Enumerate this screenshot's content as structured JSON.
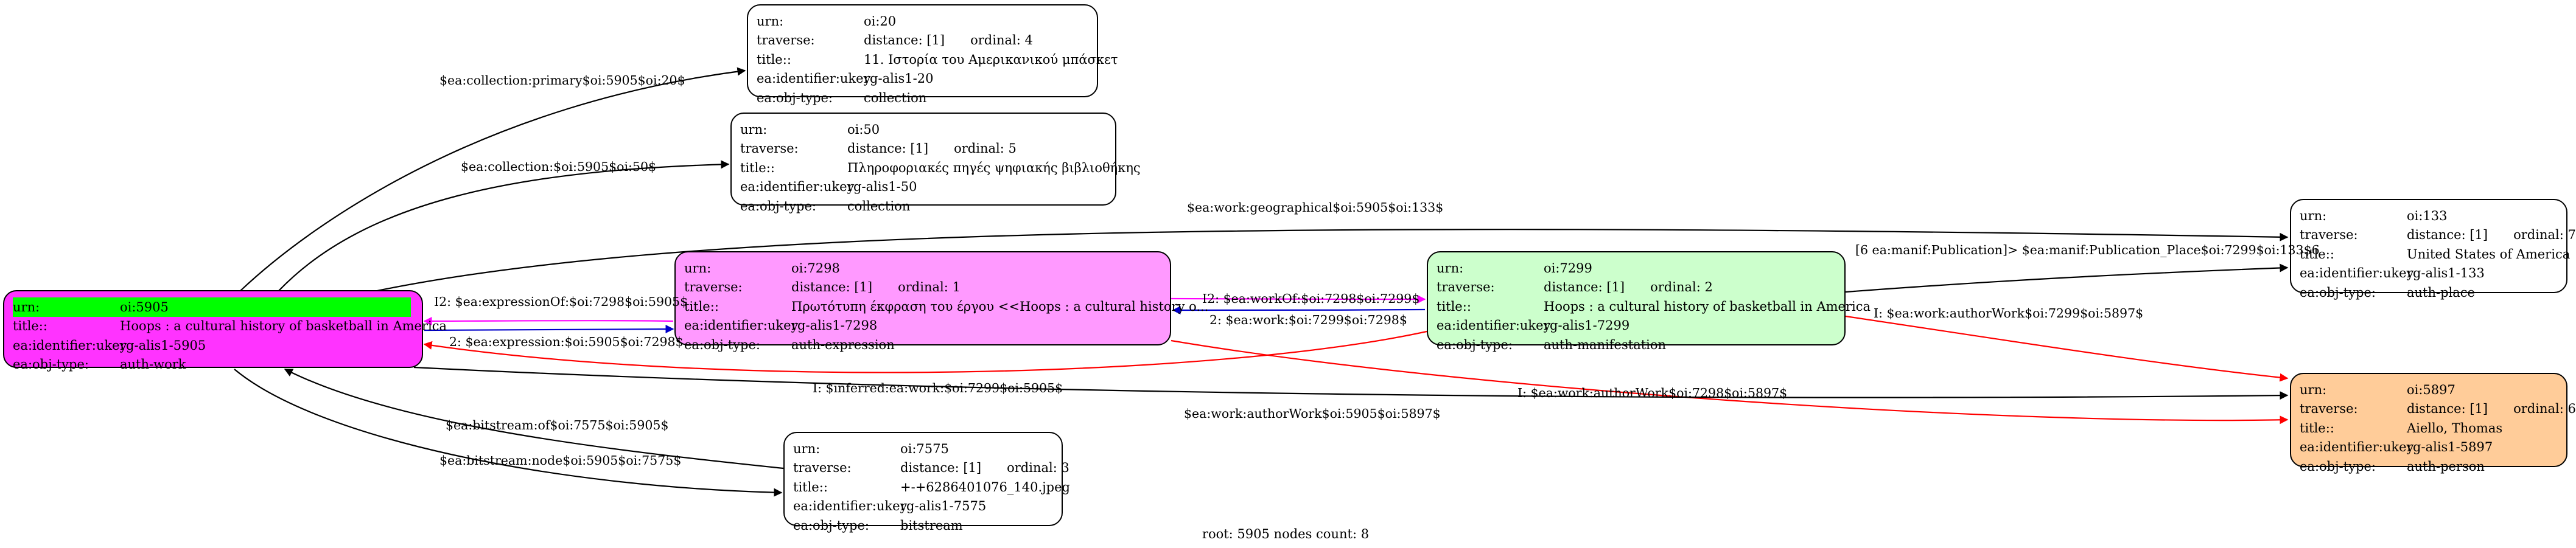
{
  "nodes": [
    {
      "key": "oi5905",
      "fill": "#ff33ff",
      "border": "#000000",
      "rows": [
        {
          "k": "urn:",
          "v": "oi:5905",
          "hl": true
        },
        {
          "k": "title::",
          "v": "Hoops : a cultural history of basketball in America"
        },
        {
          "k": "ea:identifier:ukey",
          "v": "rg-alis1-5905"
        },
        {
          "k": "ea:obj-type:",
          "v": "auth-work"
        }
      ]
    },
    {
      "key": "oi20",
      "fill": "#ffffff",
      "border": "#000000",
      "rows": [
        {
          "k": "urn:",
          "v": "oi:20"
        },
        {
          "k": "traverse:",
          "v": "distance: [1]",
          "v2": "ordinal: 4"
        },
        {
          "k": "title::",
          "v": "11. Ιστορία του Αμερικανικού μπάσκετ"
        },
        {
          "k": "ea:identifier:ukey",
          "v": "rg-alis1-20"
        },
        {
          "k": "ea:obj-type:",
          "v": "collection"
        }
      ]
    },
    {
      "key": "oi50",
      "fill": "#ffffff",
      "border": "#000000",
      "rows": [
        {
          "k": "urn:",
          "v": "oi:50"
        },
        {
          "k": "traverse:",
          "v": "distance: [1]",
          "v2": "ordinal: 5"
        },
        {
          "k": "title::",
          "v": "Πληροφοριακές πηγές ψηφιακής βιβλιοθήκης"
        },
        {
          "k": "ea:identifier:ukey",
          "v": "rg-alis1-50"
        },
        {
          "k": "ea:obj-type:",
          "v": "collection"
        }
      ]
    },
    {
      "key": "oi7298",
      "fill": "#ff99ff",
      "border": "#000000",
      "rows": [
        {
          "k": "urn:",
          "v": "oi:7298"
        },
        {
          "k": "traverse:",
          "v": "distance: [1]",
          "v2": "ordinal: 1"
        },
        {
          "k": "title::",
          "v": "Πρωτότυπη έκφραση του έργου <<Hoops : a cultural history o..."
        },
        {
          "k": "ea:identifier:ukey",
          "v": "rg-alis1-7298"
        },
        {
          "k": "ea:obj-type:",
          "v": "auth-expression"
        }
      ]
    },
    {
      "key": "oi7299",
      "fill": "#ccffcc",
      "border": "#000000",
      "rows": [
        {
          "k": "urn:",
          "v": "oi:7299"
        },
        {
          "k": "traverse:",
          "v": "distance: [1]",
          "v2": "ordinal: 2"
        },
        {
          "k": "title::",
          "v": "Hoops : a cultural history of basketball in America"
        },
        {
          "k": "ea:identifier:ukey",
          "v": "rg-alis1-7299"
        },
        {
          "k": "ea:obj-type:",
          "v": "auth-manifestation"
        }
      ]
    },
    {
      "key": "oi133",
      "fill": "#ffffff",
      "border": "#000000",
      "rows": [
        {
          "k": "urn:",
          "v": "oi:133"
        },
        {
          "k": "traverse:",
          "v": "distance: [1]",
          "v2": "ordinal: 7"
        },
        {
          "k": "title::",
          "v": "United States of America"
        },
        {
          "k": "ea:identifier:ukey",
          "v": "rg-alis1-133"
        },
        {
          "k": "ea:obj-type:",
          "v": "auth-place"
        }
      ]
    },
    {
      "key": "oi5897",
      "fill": "#ffcc99",
      "border": "#000000",
      "rows": [
        {
          "k": "urn:",
          "v": "oi:5897"
        },
        {
          "k": "traverse:",
          "v": "distance: [1]",
          "v2": "ordinal: 6"
        },
        {
          "k": "title::",
          "v": "Aiello, Thomas"
        },
        {
          "k": "ea:identifier:ukey",
          "v": "rg-alis1-5897"
        },
        {
          "k": "ea:obj-type:",
          "v": "auth-person"
        }
      ]
    },
    {
      "key": "oi7575",
      "fill": "#ffffff",
      "border": "#000000",
      "rows": [
        {
          "k": "urn:",
          "v": "oi:7575"
        },
        {
          "k": "traverse:",
          "v": "distance: [1]",
          "v2": "ordinal: 3"
        },
        {
          "k": "title::",
          "v": "+-+6286401076_140.jpeg"
        },
        {
          "k": "ea:identifier:ukey",
          "v": "rg-alis1-7575"
        },
        {
          "k": "ea:obj-type:",
          "v": "bitstream"
        }
      ]
    }
  ],
  "edges": [
    {
      "from": "oi5905",
      "to": "oi20",
      "label": "$ea:collection:primary$oi:5905$oi:20$",
      "color": "#000000"
    },
    {
      "from": "oi5905",
      "to": "oi50",
      "label": "$ea:collection:$oi:5905$oi:50$",
      "color": "#000000"
    },
    {
      "from": "oi5905",
      "to": "oi133",
      "label": "$ea:work:geographical$oi:5905$oi:133$",
      "color": "#000000"
    },
    {
      "from": "oi7298",
      "to": "oi5905",
      "label": "I2: $ea:expressionOf:$oi:7298$oi:5905$",
      "color": "#ff00ff"
    },
    {
      "from": "oi5905",
      "to": "oi7298",
      "label": "2: $ea:expression:$oi:5905$oi:7298$",
      "color": "#0000cc"
    },
    {
      "from": "oi7298",
      "to": "oi7299",
      "label": "I2: $ea:workOf:$oi:7298$oi:7299$",
      "color": "#ff00ff"
    },
    {
      "from": "oi7299",
      "to": "oi7298",
      "label": "2: $ea:work:$oi:7299$oi:7298$",
      "color": "#0000cc"
    },
    {
      "from": "oi7299",
      "to": "oi5905",
      "label": "I: $inferred:ea:work:$oi:7299$oi:5905$",
      "color": "#ff0000"
    },
    {
      "from": "oi7299",
      "to": "oi133",
      "label": "[6 ea:manif:Publication]> $ea:manif:Publication_Place$oi:7299$oi:133$6",
      "color": "#000000"
    },
    {
      "from": "oi7299",
      "to": "oi5897",
      "label": "I: $ea:work:authorWork$oi:7299$oi:5897$",
      "color": "#ff0000"
    },
    {
      "from": "oi7298",
      "to": "oi5897",
      "label": "I: $ea:work:authorWork$oi:7298$oi:5897$",
      "color": "#ff0000"
    },
    {
      "from": "oi5905",
      "to": "oi5897",
      "label": "$ea:work:authorWork$oi:5905$oi:5897$",
      "color": "#000000"
    },
    {
      "from": "oi7575",
      "to": "oi5905",
      "label": "$ea:bitstream:of$oi:7575$oi:5905$",
      "color": "#000000"
    },
    {
      "from": "oi5905",
      "to": "oi7575",
      "label": "$ea:bitstream:node$oi:5905$oi:7575$",
      "color": "#000000"
    }
  ],
  "footer": "root: 5905 nodes count: 8"
}
